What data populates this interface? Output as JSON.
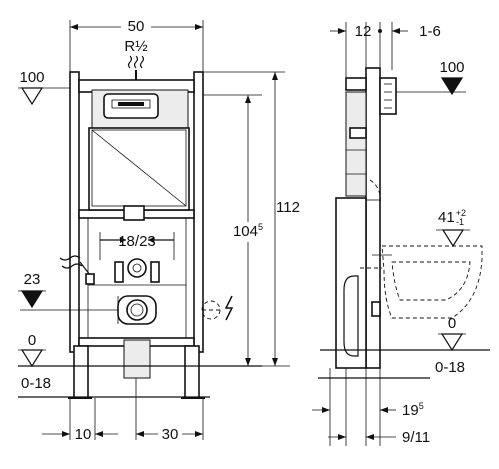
{
  "front_view": {
    "width_label": "50",
    "connection_label": "R½",
    "level_top_label": "100",
    "level_23_label": "23",
    "level_0_label": "0",
    "level_range_label": "0-18",
    "spacing_label": "18/23",
    "height_104_label": "104",
    "height_104_sup": "5",
    "height_112_label": "112",
    "bottom_left_label": "10",
    "bottom_right_label": "30"
  },
  "side_view": {
    "depth_12_label": "12",
    "depth_range_label": "1-6",
    "level_top_label": "100",
    "level_41_label": "41",
    "level_41_sup": "+2",
    "level_41_sub": "-1",
    "level_0_label": "0",
    "level_range_label": "0-18",
    "bottom_19_label": "19",
    "bottom_19_sup": "5",
    "bottom_9_11_label": "9/11"
  }
}
